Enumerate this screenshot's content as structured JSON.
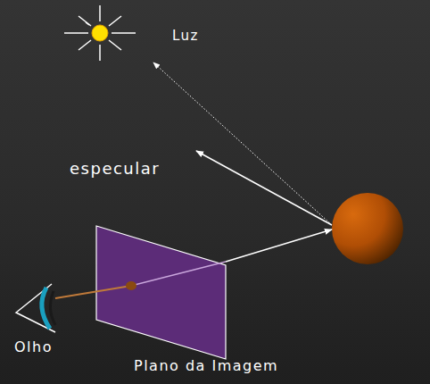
{
  "diagram": {
    "labels": [
      "Luz",
      "especular",
      "Olho",
      "Plano da Imagem"
    ]
  }
}
